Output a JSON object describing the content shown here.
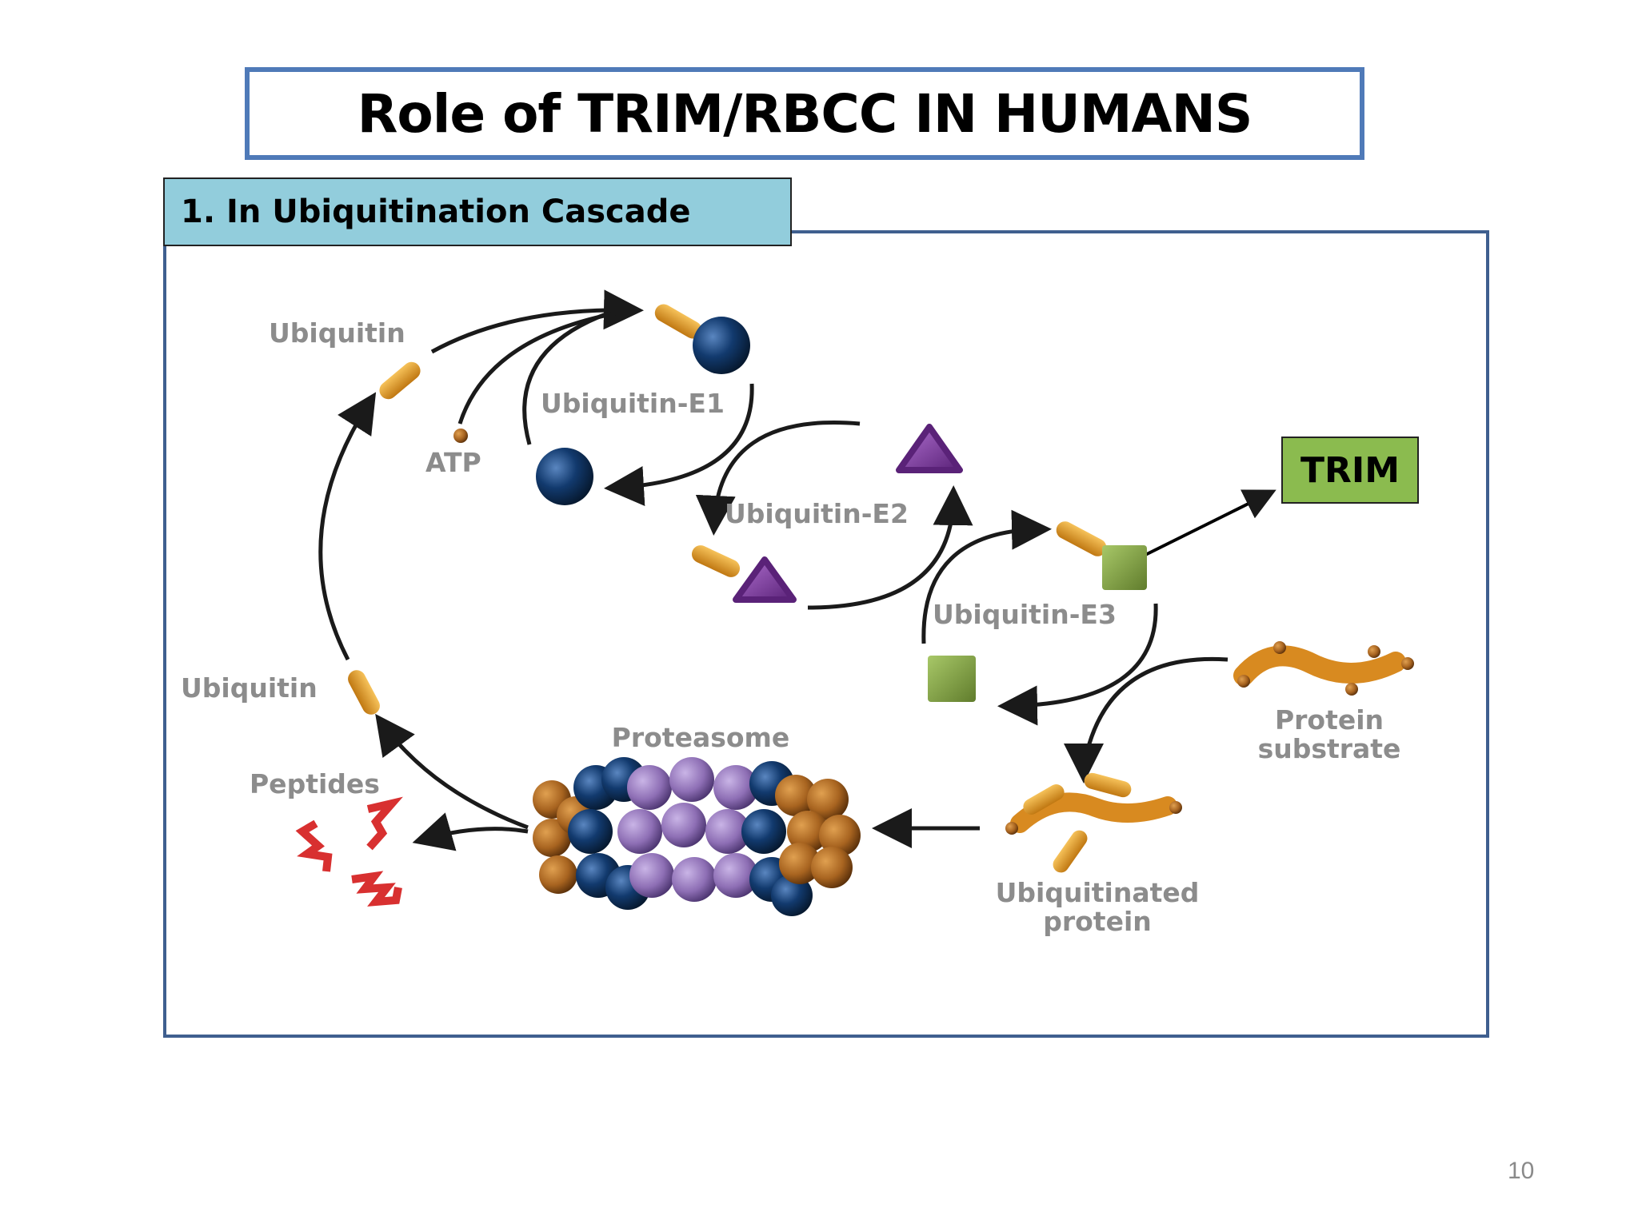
{
  "title": "Role of TRIM/RBCC IN HUMANS",
  "section_heading": "1. In Ubiquitination Cascade",
  "trim_label": "TRIM",
  "page_number": "10",
  "diagram": {
    "labels": {
      "ubiquitin_top": "Ubiquitin",
      "ubiquitin_left": "Ubiquitin",
      "atp": "ATP",
      "ubiquitin_e1": "Ubiquitin-E1",
      "ubiquitin_e2": "Ubiquitin-E2",
      "ubiquitin_e3": "Ubiquitin-E3",
      "protein_substrate_1": "Protein",
      "protein_substrate_2": "substrate",
      "proteasome": "Proteasome",
      "peptides": "Peptides",
      "ubiquitinated_1": "Ubiquitinated",
      "ubiquitinated_2": "protein"
    },
    "colors": {
      "ubiquitin": "#e09a2a",
      "e1": "#123a6e",
      "e2": "#7b3a9a",
      "e3": "#8bac4a",
      "peptides": "#d83030",
      "proteasome_core": "#8e6fb5",
      "proteasome_cap": "#a86420",
      "arrow": "#1a1a1a"
    }
  }
}
